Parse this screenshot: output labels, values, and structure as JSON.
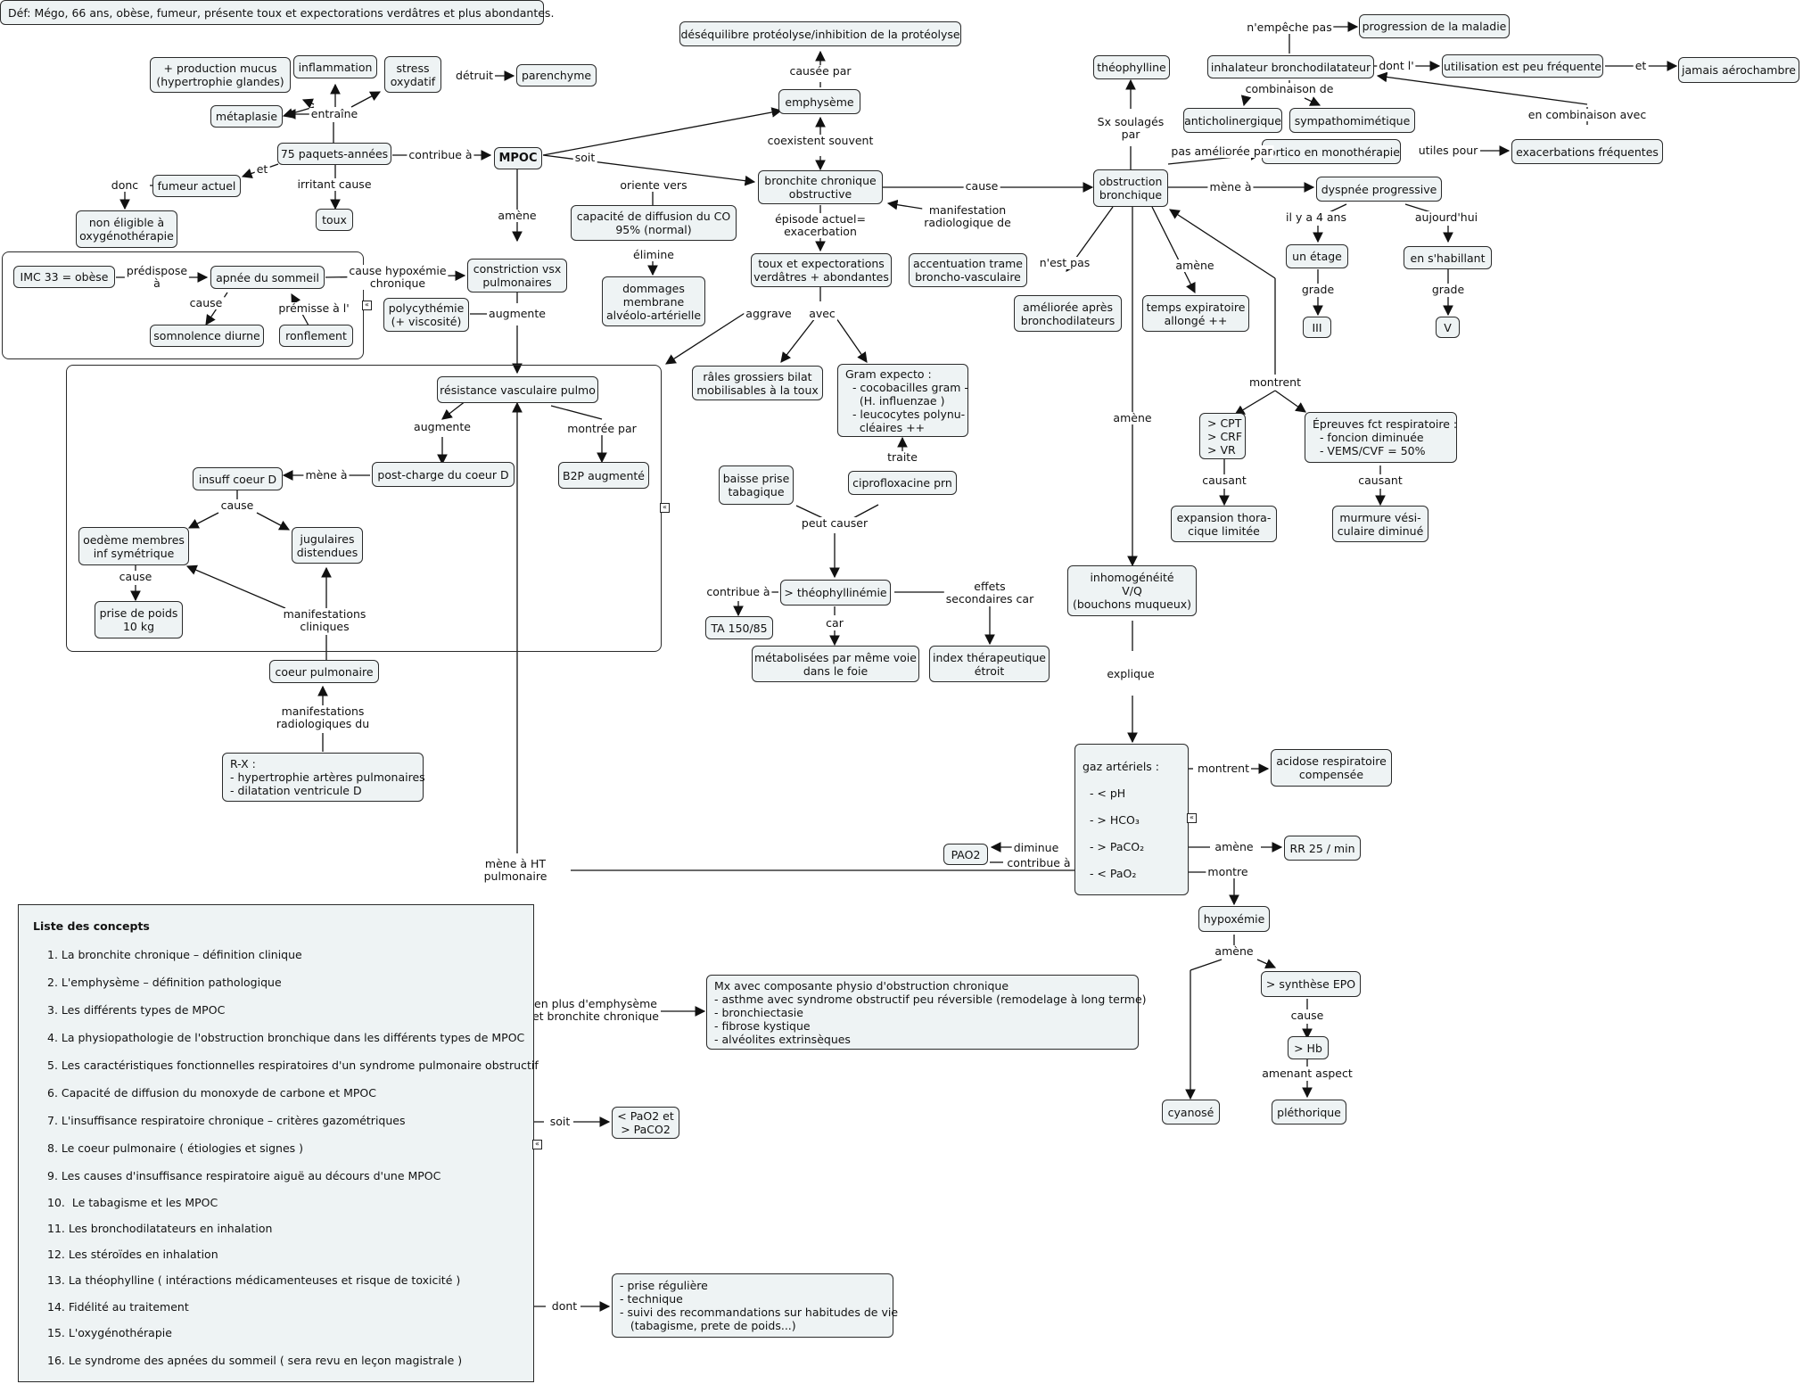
{
  "definition": "Déf: Mégo, 66 ans, obèse, fumeur, présente toux et expectorations verdâtres et plus abondantes.",
  "nodes": {
    "production_mucus": "+ production mucus\n(hypertrophie glandes)",
    "inflammation": "inflammation",
    "stress_oxydatif": "stress\noxydatif",
    "parenchyme": "parenchyme",
    "metaplasie": "métaplasie",
    "paquets_annees": "75 paquets-années",
    "mpoc": "MPOC",
    "fumeur_actuel": "fumeur actuel",
    "toux": "toux",
    "non_eligible": "non éligible à\noxygénothérapie",
    "imc": "IMC 33 = obèse",
    "apnee": "apnée du sommeil",
    "somnolence": "somnolence diurne",
    "ronflement": "ronflement",
    "constriction": "constriction vsx\npulmonaires",
    "polycythemie": "polycythémie\n(+ viscosité)",
    "desequilibre": "déséquilibre protéolyse/inhibition de la protéolyse",
    "emphyseme": "emphysème",
    "bronchite": "bronchite chronique\nobstructive",
    "capacite_co": "capacité de diffusion du CO\n95% (normal)",
    "dommages": "dommages\nmembrane\nalvéolo-artérielle",
    "toux_expecto": "toux et expectorations\nverdâtres + abondantes",
    "accentuation": "accentuation trame\nbroncho-vasculaire",
    "obstruction": "obstruction\nbronchique",
    "theophylline": "théophylline",
    "inhalateur": "inhalateur bronchodilatateur",
    "progression": "progression de la maladie",
    "utilisation": "utilisation est peu fréquente",
    "jamais": "jamais aérochambre",
    "anticholinergique": "anticholinergique",
    "sympathomimetique": "sympathomimétique",
    "cortico": "cortico en monothérapie",
    "exacerbations": "exacerbations fréquentes",
    "dyspnee": "dyspnée progressive",
    "un_etage": "un étage",
    "en_shabillant": "en s'habillant",
    "grade_iii": "III",
    "grade_v": "V",
    "amelioree": "améliorée après\nbronchodilateurs",
    "temps_expi": "temps expiratoire\nallongé ++",
    "cpt": "> CPT\n> CRF\n> VR",
    "epreuves": "Épreuves fct respiratoire :\n  - foncion diminuée\n  - VEMS/CVF = 50%",
    "expansion": "expansion thora-\ncique limitée",
    "murmure": "murmure vési-\nculaire diminué",
    "resistance": "résistance vasculaire pulmo",
    "post_charge": "post-charge du coeur D",
    "b2p": "B2P augmenté",
    "insuff_coeur": "insuff coeur D",
    "oedeme": "oedème membres\ninf symétrique",
    "jugulaires": "jugulaires\ndistendues",
    "prise_poids": "prise de poids\n10 kg",
    "coeur_pulmonaire": "coeur pulmonaire",
    "rx": "R-X :\n- hypertrophie artères pulmonaires\n- dilatation ventricule D",
    "rales": "râles grossiers bilat\nmobilisables à la toux",
    "gram": "Gram expecto :\n  - cocobacilles gram -\n    (H. influenzae )\n  - leucocytes polynu-\n    cléaires ++",
    "baisse_prise": "baisse prise\ntabagique",
    "ciprofloxacine": "ciprofloxacine prn",
    "theophyllinemie": "> théophyllinémie",
    "ta": "TA 150/85",
    "metabolisees": "métabolisées par même voie\ndans le foie",
    "index": "index thérapeutique\nétroit",
    "inhomogeneite": "inhomogénéité\nV/Q\n(bouchons muqueux)",
    "gaz": "gaz artériels :\n\n  - < pH\n\n  - > HCO₃\n\n  - > PaCO₂\n\n  - < PaO₂",
    "acidose": "acidose respiratoire\ncompensée",
    "pao2": "PAO2",
    "rr": "RR 25 / min",
    "hypoxemie": "hypoxémie",
    "synthese_epo": "> synthèse EPO",
    "hb": "> Hb",
    "cyanose": "cyanosé",
    "plethorique": "pléthorique",
    "mx": "Mx avec composante physio d'obstruction chronique\n- asthme avec syndrome obstructif peu réversible (remodelage à long terme)\n- bronchiectasie\n- fibrose kystique\n- alvéolites extrinsèques",
    "pao2_paco2": "< PaO2 et\n> PaCO2",
    "fidelite": "- prise régulière\n- technique\n- suivi des recommandations sur habitudes de vie\n   (tabagisme, prete de poids...)"
  },
  "labels": {
    "detruit": "détruit",
    "entraine": "entraîne",
    "contribue_a": "contribue à",
    "soit": "soit",
    "et": "et",
    "donc": "donc",
    "irritant_cause": "irritant cause",
    "amene": "amène",
    "predispose_a": "prédispose\nà",
    "cause": "cause",
    "premisse": "prémisse à l'",
    "cause_hypox": "cause hypoxémie\nchronique",
    "augmente": "augmente",
    "causee_par": "causée par",
    "coexistent": "coexistent souvent",
    "oriente_vers": "oriente vers",
    "elimine": "élimine",
    "episode": "épisode actuel=\nexacerbation",
    "manifestation_radio": "manifestation\nradiologique de",
    "cause2": "cause",
    "aggrave": "aggrave",
    "avec": "avec",
    "sx_soulages": "Sx soulagés\npar",
    "npeche": "n'empêche pas",
    "dont_l": "dont l'",
    "et2": "et",
    "combinaison": "combinaison de",
    "en_combinaison": "en combinaison avec",
    "pas_amelioree": "pas améliorée par",
    "utiles_pour": "utiles pour",
    "mene_a": "mène à",
    "il_y_a": "il y a 4 ans",
    "aujourdhui": "aujourd'hui",
    "grade": "grade",
    "grade2": "grade",
    "nest_pas": "n'est pas",
    "amene2": "amène",
    "amene3": "amène",
    "montrent": "montrent",
    "causant": "causant",
    "causant2": "causant",
    "augmente2": "augmente",
    "montree_par": "montrée par",
    "mene_a2": "mène à",
    "cause3": "cause",
    "cause4": "cause",
    "manifestations_cliniques": "manifestations\ncliniques",
    "manifestations_radio": "manifestations\nradiologiques du",
    "traite": "traite",
    "peut_causer": "peut causer",
    "contribue_a2": "contribue à",
    "car": "car",
    "effets": "effets\nsecondaires car",
    "explique": "explique",
    "montrent2": "montrent",
    "diminue": "diminue",
    "contribue_a3": "contribue à",
    "amene4": "amène",
    "montre": "montre",
    "mene_ht": "mène à HT\npulmonaire",
    "amene5": "amène",
    "cause5": "cause",
    "amenant": "amenant aspect",
    "en_plus": "en plus d'emphysème\net bronchite chronique",
    "soit2": "soit",
    "dont": "dont"
  },
  "concepts": {
    "title": "Liste des concepts",
    "items": [
      "1. La bronchite chronique – définition clinique",
      "2. L'emphysème – définition pathologique",
      "3. Les différents types de MPOC",
      "4. La physiopathologie de l'obstruction bronchique dans les différents types de MPOC",
      "5. Les caractéristiques fonctionnelles respiratoires d'un syndrome pulmonaire obstructif",
      "6. Capacité de diffusion du monoxyde de carbone et MPOC",
      "7. L'insuffisance respiratoire chronique – critères gazométriques",
      "8. Le coeur pulmonaire ( étiologies et signes )",
      "9. Les causes d'insuffisance respiratoire aiguë au décours d'une MPOC",
      "10.  Le tabagisme et les MPOC",
      "11. Les bronchodilatateurs en inhalation",
      "12. Les stéroïdes en inhalation",
      "13. La théophylline ( intéractions médicamenteuses et risque de toxicité )",
      "14. Fidélité au traitement",
      "15. L'oxygénothérapie",
      "16. Le syndrome des apnées du sommeil ( sera revu en leçon magistrale )"
    ]
  }
}
